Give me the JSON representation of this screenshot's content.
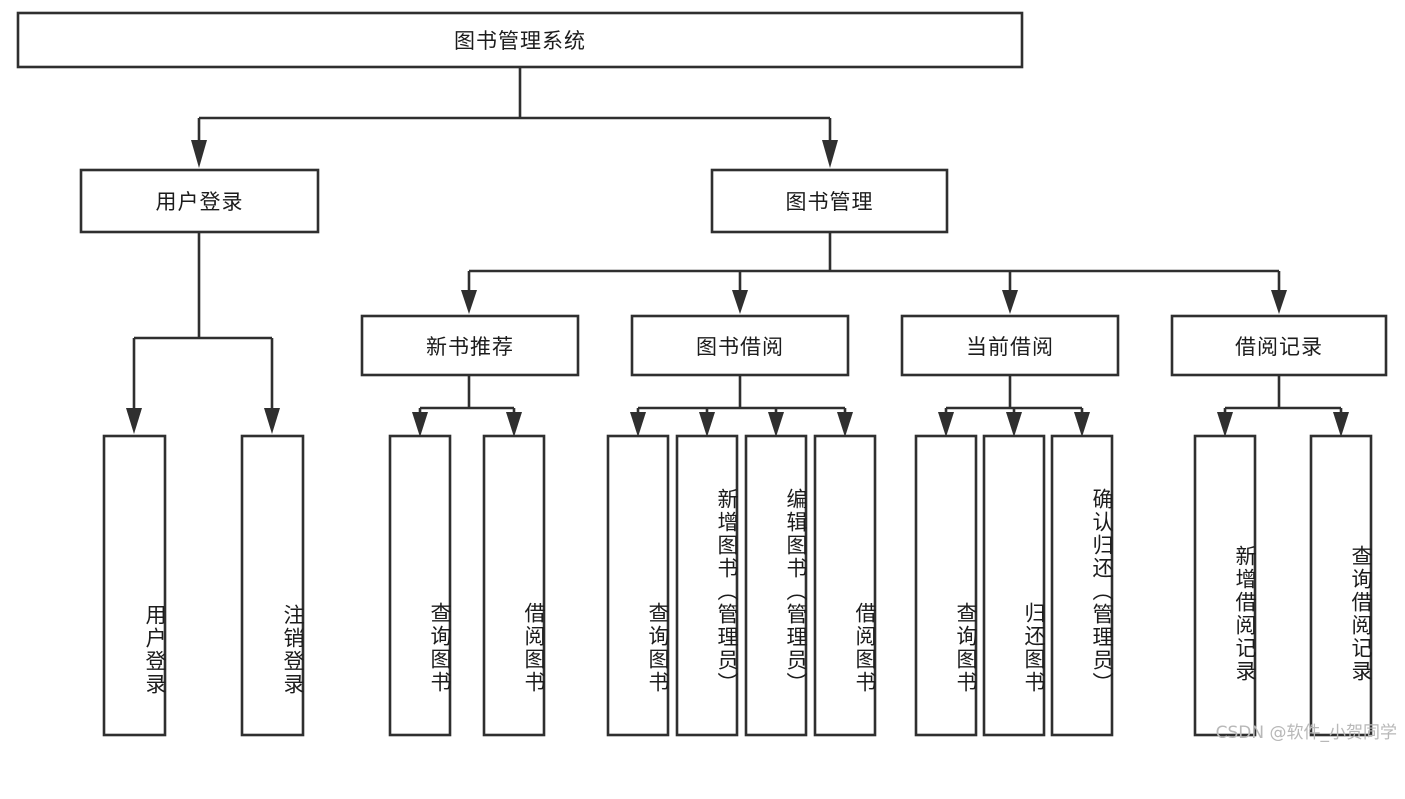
{
  "diagram": {
    "type": "hierarchy-tree",
    "title": "图书管理系统",
    "orientation": "top-down",
    "colors": {
      "stroke": "#2f2f2f",
      "fill": "#ffffff",
      "text": "#1c1c1c",
      "background": "#ffffff",
      "watermark": "#b8b8b8"
    },
    "levels": 4,
    "root": {
      "label": "图书管理系统"
    },
    "level2": [
      {
        "label": "用户登录"
      },
      {
        "label": "图书管理"
      }
    ],
    "level3": [
      {
        "label": "新书推荐"
      },
      {
        "label": "图书借阅"
      },
      {
        "label": "当前借阅"
      },
      {
        "label": "借阅记录"
      }
    ],
    "leaves": {
      "user_login": [
        {
          "label": "用户登录"
        },
        {
          "label": "注销登录"
        }
      ],
      "new_book_recommend": [
        {
          "label": "查询图书"
        },
        {
          "label": "借阅图书"
        }
      ],
      "book_borrow": [
        {
          "label": "查询图书"
        },
        {
          "label": "新增图书（管理员）"
        },
        {
          "label": "编辑图书（管理员）"
        },
        {
          "label": "借阅图书"
        }
      ],
      "current_borrow": [
        {
          "label": "查询图书"
        },
        {
          "label": "归还图书"
        },
        {
          "label": "确认归还（管理员）"
        }
      ],
      "borrow_record": [
        {
          "label": "新增借阅记录"
        },
        {
          "label": "查询借阅记录"
        }
      ]
    },
    "watermark": "CSDN @软件_小贺同学"
  }
}
